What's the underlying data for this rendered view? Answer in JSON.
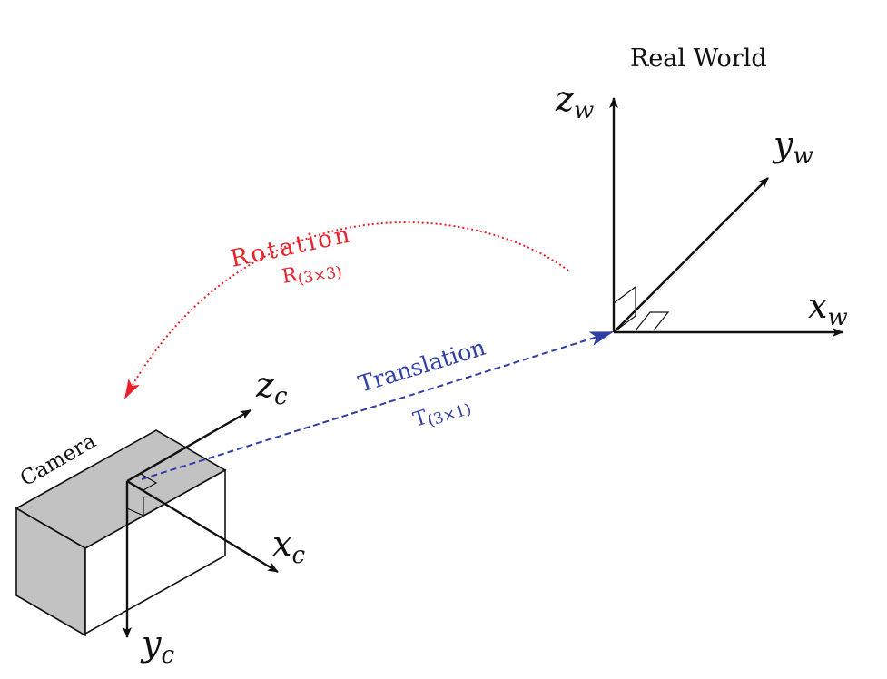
{
  "world": {
    "title": "Real World",
    "axes": {
      "z": {
        "base": "z",
        "sub": "w"
      },
      "y": {
        "base": "y",
        "sub": "w"
      },
      "x": {
        "base": "x",
        "sub": "w"
      }
    }
  },
  "camera": {
    "label": "Camera",
    "axes": {
      "z": {
        "base": "z",
        "sub": "c"
      },
      "x": {
        "base": "x",
        "sub": "c"
      },
      "y": {
        "base": "y",
        "sub": "c"
      }
    }
  },
  "rotation": {
    "label": "Rotation",
    "symbol": "R",
    "dims": "(3×3)",
    "color": "#e8202a"
  },
  "translation": {
    "label": "Translation",
    "symbol": "T",
    "dims": "(3×1)",
    "color": "#2f3fa6"
  },
  "colors": {
    "ink": "#111111",
    "camera_fill": "#c2c2c2",
    "camera_face": "#ffffff"
  }
}
